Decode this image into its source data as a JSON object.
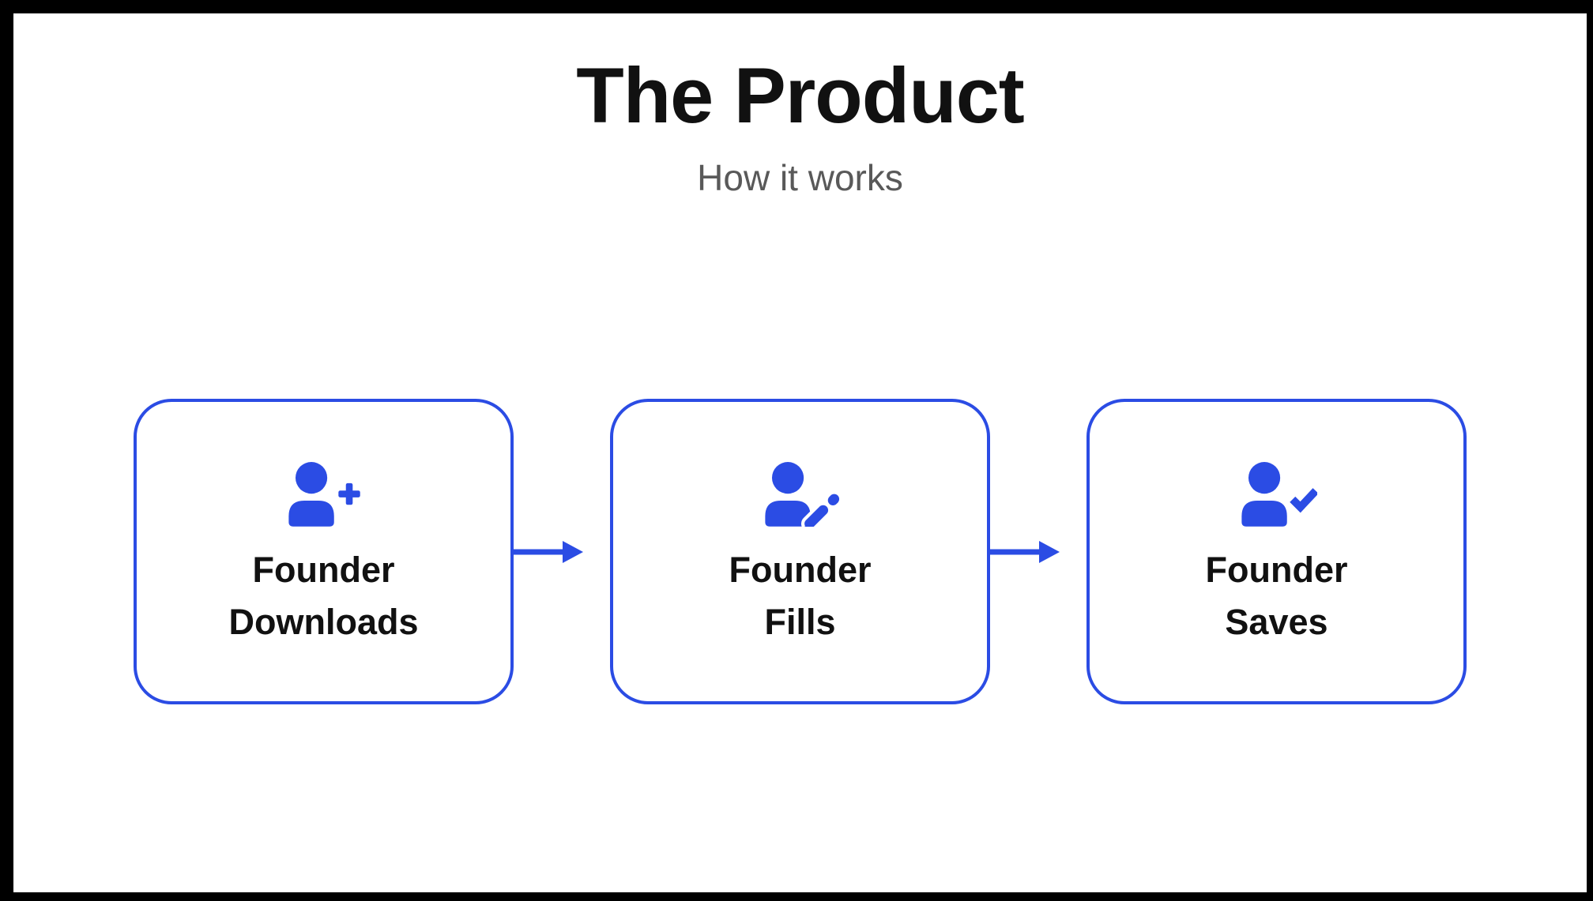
{
  "page": {
    "title": "The Product",
    "subtitle": "How it works"
  },
  "colors": {
    "accent_blue": "#2b4ce4",
    "title_text": "#111111",
    "subtitle_text": "#595959",
    "frame": "#000000",
    "background": "#ffffff"
  },
  "flow": {
    "connector_icon": "arrow-right-icon",
    "steps": [
      {
        "icon": "user-plus-icon",
        "label_line1": "Founder",
        "label_line2": "Downloads"
      },
      {
        "icon": "user-pen-icon",
        "label_line1": "Founder",
        "label_line2": "Fills"
      },
      {
        "icon": "user-check-icon",
        "label_line1": "Founder",
        "label_line2": "Saves"
      }
    ]
  }
}
